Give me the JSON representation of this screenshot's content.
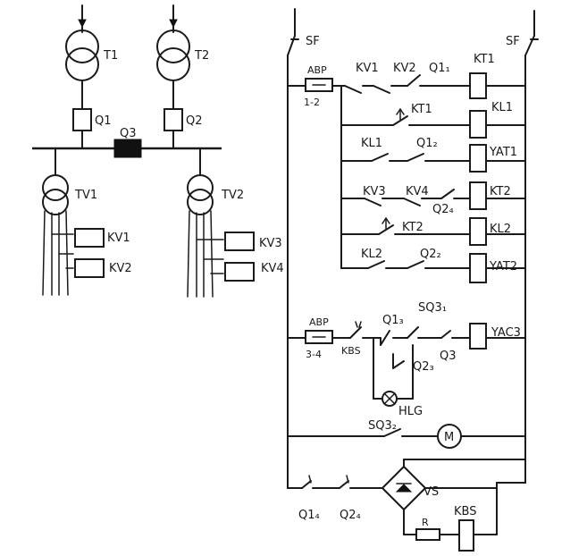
{
  "left": {
    "t1": "T1",
    "t2": "T2",
    "q1": "Q1",
    "q2": "Q2",
    "q3": "Q3",
    "tv1": "TV1",
    "tv2": "TV2",
    "kv1": "KV1",
    "kv2": "KV2",
    "kv3": "KV3",
    "kv4": "KV4"
  },
  "right": {
    "sf_left": "SF",
    "sf_right": "SF",
    "abp1": "АВР",
    "abp1_num": "1-2",
    "r1_kv1": "KV1",
    "r1_kv2": "KV2",
    "r1_q11": "Q1₁",
    "r1_coil": "KT1",
    "r2_kt1": "KT1",
    "r2_coil": "KL1",
    "r3_kl1": "KL1",
    "r3_q12": "Q1₂",
    "r3_coil": "YAT1",
    "r4_kv3": "KV3",
    "r4_kv4": "KV4",
    "r4_q24": "Q2₄",
    "r4_coil": "KT2",
    "r5_kt2": "KT2",
    "r5_coil": "KL2",
    "r6_kl2": "KL2",
    "r6_q22": "Q2₂",
    "r6_coil": "YAT2",
    "abp2": "АВР",
    "abp2_num": "3-4",
    "kbs_contact": "KBS",
    "q13": "Q1₃",
    "sq31": "SQ3₁",
    "q23": "Q2₃",
    "q3": "Q3",
    "yac3": "YAC3",
    "hlg": "HLG",
    "sq32": "SQ3₂",
    "motor": "M",
    "q14": "Q1₄",
    "q24b": "Q2₄",
    "vs": "VS",
    "r": "R",
    "kbs": "KBS"
  }
}
